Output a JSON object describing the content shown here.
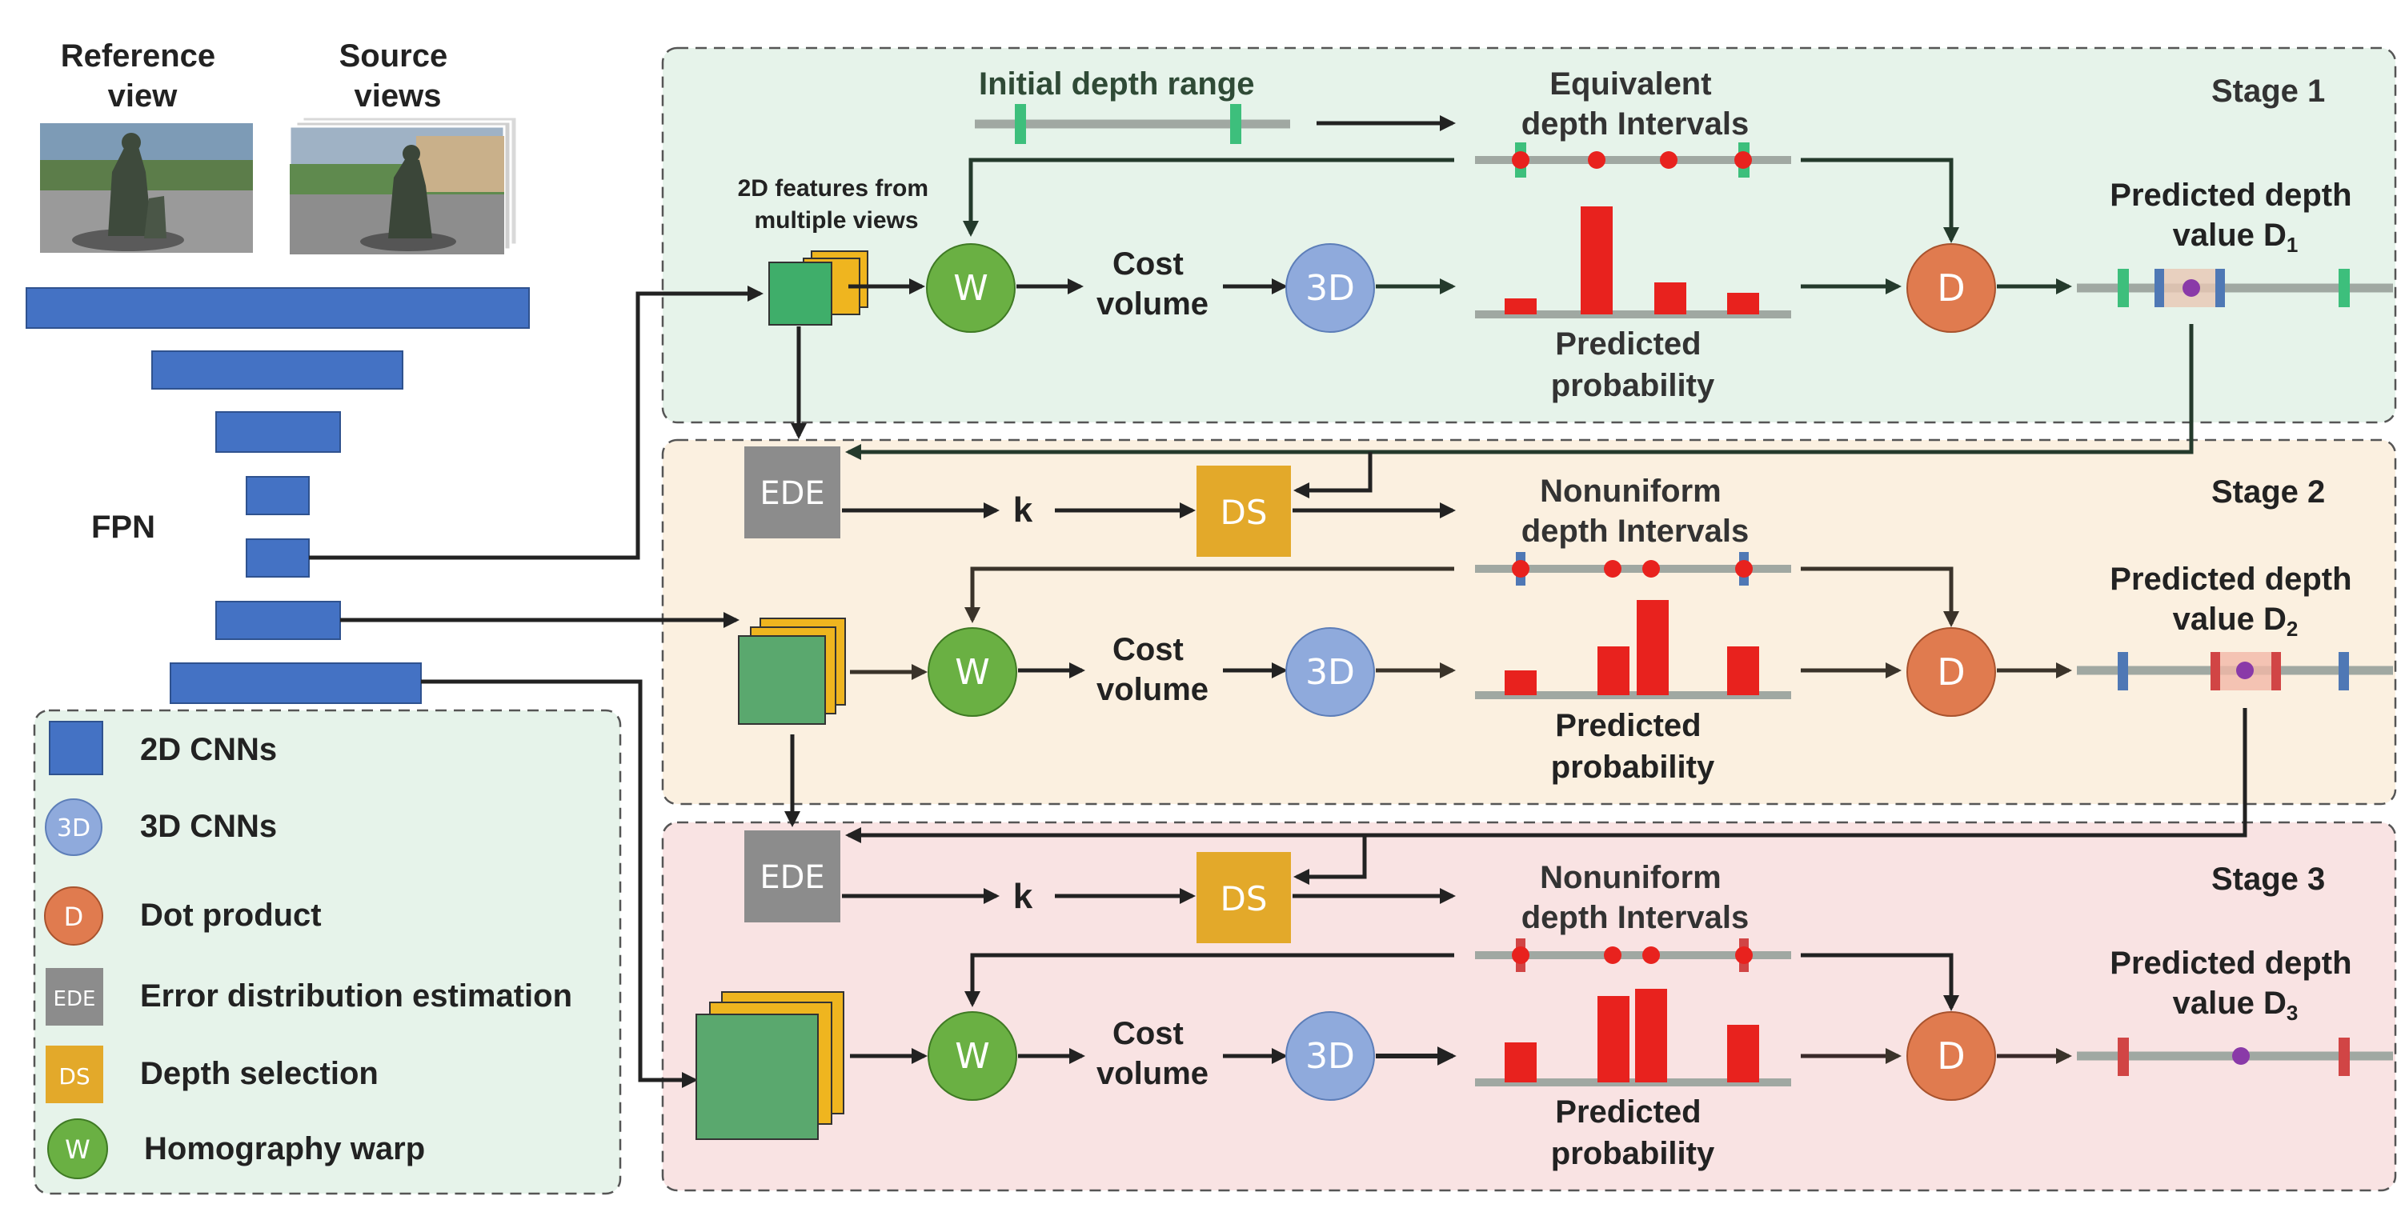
{
  "figure": {
    "reference_view_label": [
      "Reference",
      "view"
    ],
    "source_views_label": [
      "Source",
      "views"
    ],
    "fpn_label": "FPN",
    "features_label": [
      "2D features from",
      "multiple views"
    ],
    "initial_depth_range_label": "Initial depth range"
  },
  "nodes": {
    "w": "W",
    "three_d": "3D",
    "d": "D",
    "ede": "EDE",
    "ds": "DS",
    "k": "k"
  },
  "stages": [
    {
      "title": "Stage 1",
      "interval_label": [
        "Equivalent",
        "depth Intervals"
      ],
      "cost_label": [
        "Cost",
        "volume"
      ],
      "prob_label": [
        "Predicted",
        "probability"
      ],
      "pred_label": "Predicted depth",
      "value_prefix": "value D",
      "value_sub": "1",
      "colors": {
        "bg": "#e6f3ea",
        "marker": "#3dbf7c"
      }
    },
    {
      "title": "Stage 2",
      "interval_label": [
        "Nonuniform",
        "depth Intervals"
      ],
      "cost_label": [
        "Cost",
        "volume"
      ],
      "prob_label": [
        "Predicted",
        "probability"
      ],
      "pred_label": "Predicted depth",
      "value_prefix": "value D",
      "value_sub": "2",
      "colors": {
        "bg": "#fbf0e0",
        "marker": "#4f78b5"
      }
    },
    {
      "title": "Stage 3",
      "interval_label": [
        "Nonuniform",
        "depth Intervals"
      ],
      "cost_label": [
        "Cost",
        "volume"
      ],
      "prob_label": [
        "Predicted",
        "probability"
      ],
      "pred_label": "Predicted depth",
      "value_prefix": "value D",
      "value_sub": "3",
      "colors": {
        "bg": "#f9e3e3",
        "marker": "#d14545"
      }
    }
  ],
  "legend": [
    {
      "icon_text": "",
      "label": "2D CNNs"
    },
    {
      "icon_text": "3D",
      "label": "3D CNNs"
    },
    {
      "icon_text": "D",
      "label": "Dot product"
    },
    {
      "icon_text": "EDE",
      "label": "Error distribution estimation"
    },
    {
      "icon_text": "DS",
      "label": "Depth selection"
    },
    {
      "icon_text": "W",
      "label": "Homography warp"
    }
  ],
  "colors": {
    "cnn2d": "#4472c4",
    "cnn3d": "#8faadc",
    "dot": "#e07b4f",
    "ede": "#8c8c8c",
    "ds": "#e3a92a",
    "warp": "#6ab043",
    "bar": "#e8221e",
    "axis": "#a0a8a2",
    "legend_bg": "#e6f3ea"
  }
}
